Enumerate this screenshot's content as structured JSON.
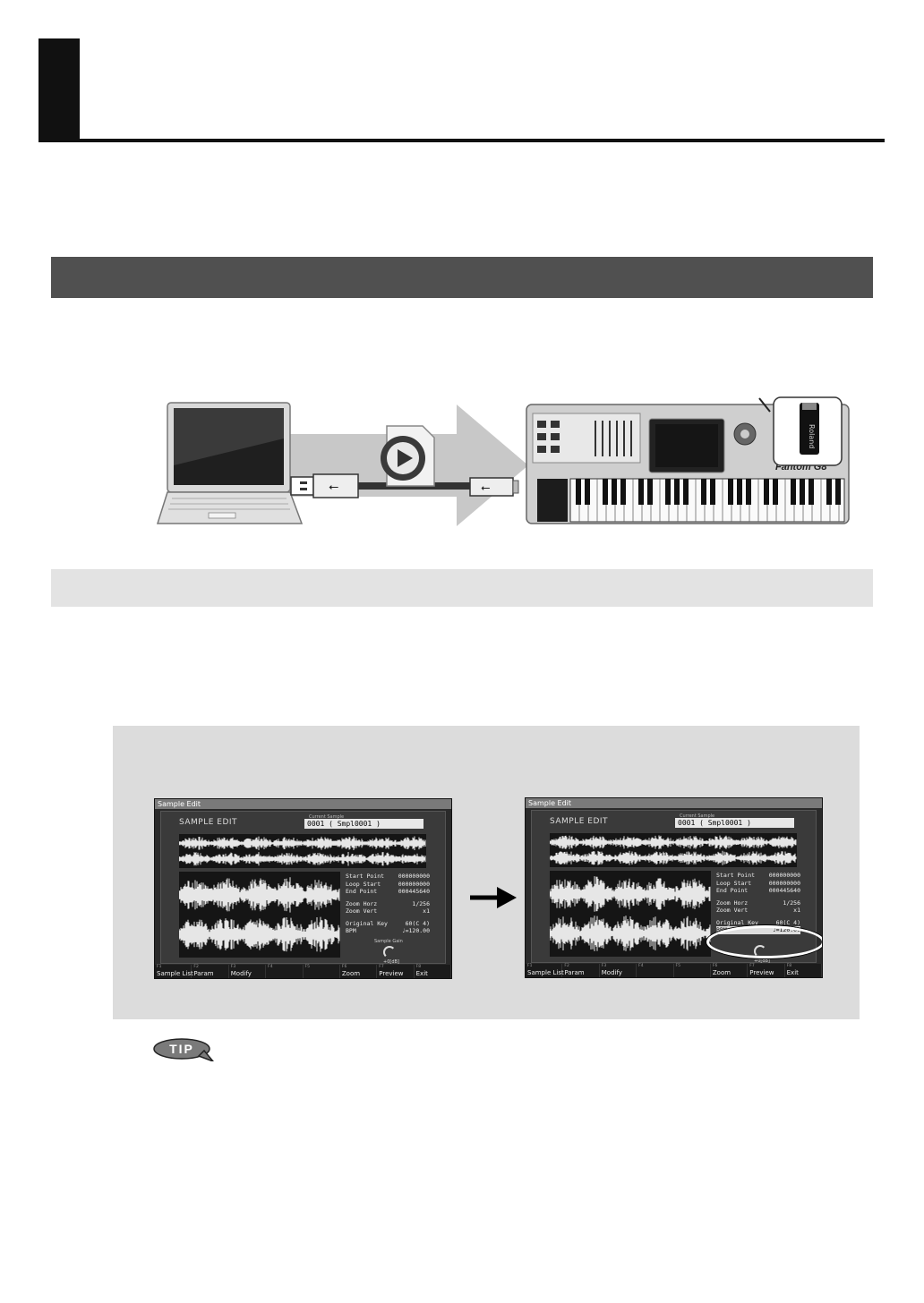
{
  "figure": {
    "screens": [
      {
        "title": "Sample Edit",
        "heading": "SAMPLE EDIT",
        "field_label": "Current Sample",
        "field_value": "0001 ( Smpl0001 )",
        "params": [
          {
            "label": "Start Point",
            "value": "000000000"
          },
          {
            "label": "Loop Start",
            "value": "000000000"
          },
          {
            "label": "End Point",
            "value": "000445640"
          },
          {
            "label": "Zoom Horz",
            "value": "1/256"
          },
          {
            "label": "Zoom Vert",
            "value": "x1"
          },
          {
            "label": "Original Key",
            "value": "60(C 4)"
          },
          {
            "label": "BPM",
            "value": "♩=120.00"
          }
        ],
        "gain_label": "Sample Gain",
        "gain_value": "+0[dB]"
      },
      {
        "title": "Sample Edit",
        "heading": "SAMPLE EDIT",
        "field_label": "Current Sample",
        "field_value": "0001 ( Smpl0001 )",
        "params": [
          {
            "label": "Start Point",
            "value": "000000000"
          },
          {
            "label": "Loop Start",
            "value": "000000000"
          },
          {
            "label": "End Point",
            "value": "000445640"
          },
          {
            "label": "Zoom Horz",
            "value": "1/256"
          },
          {
            "label": "Zoom Vert",
            "value": "x1"
          },
          {
            "label": "Original Key",
            "value": "60(C 4)"
          },
          {
            "label": "BPM",
            "value": "♩=120.00"
          }
        ],
        "gain_value": "+0[dB]"
      }
    ],
    "fkeys": [
      {
        "num": "F1",
        "label": "Sample List"
      },
      {
        "num": "F2",
        "label": "Param"
      },
      {
        "num": "F3",
        "label": "Modify"
      },
      {
        "num": "F4",
        "label": ""
      },
      {
        "num": "F5",
        "label": ""
      },
      {
        "num": "F6",
        "label": "Zoom"
      },
      {
        "num": "F7",
        "label": "Preview"
      },
      {
        "num": "F8",
        "label": "Exit"
      }
    ]
  },
  "tip": {
    "label": "TIP"
  },
  "keyboard": {
    "brand": "Fantom G8"
  },
  "usb_stick": {
    "brand": "Roland"
  },
  "colors": {
    "section_bar": "#505050",
    "subsection_bar": "#e3e3e3",
    "panel": "#dcdcdc",
    "tab": "#111111"
  }
}
